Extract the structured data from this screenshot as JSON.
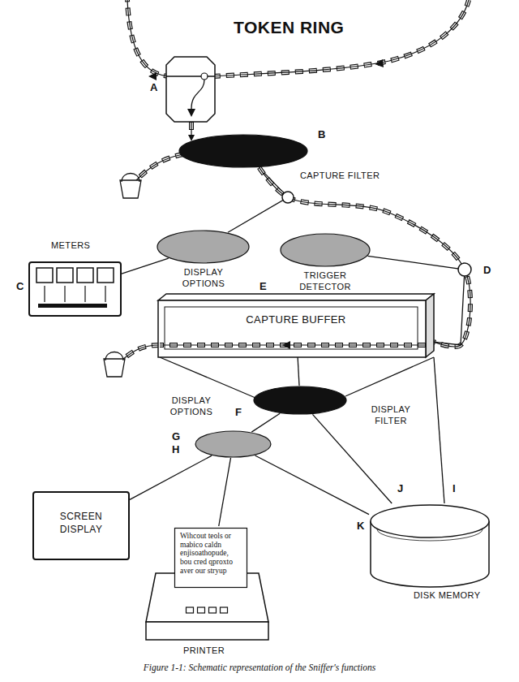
{
  "diagram": {
    "title": "TOKEN RING",
    "caption": "Figure 1-1: Schematic representation of the Sniffer's functions",
    "nodes": [
      {
        "text": [
          "CAPTURE FILTER"
        ]
      },
      {
        "text": [
          "METERS"
        ]
      },
      {
        "text": [
          "DISPLAY OPTIONS"
        ]
      },
      {
        "text": [
          "TRIGGER DETECTOR"
        ]
      },
      {
        "text": [
          "CAPTURE BUFFER"
        ]
      },
      {
        "text": [
          "DISPLAY FILTER"
        ]
      },
      {
        "text": [
          "DISPLAY OPTIONS"
        ]
      },
      {
        "text": [
          "SCREEN DISPLAY"
        ]
      },
      {
        "text": [
          "PRINTER"
        ]
      },
      {
        "text": [
          "Wihcout teols or mabico caldn enjisoathopude, bou cred qproxto aver our stryup"
        ],
        "in": 8
      },
      {
        "text": [
          "DISK MEMORY"
        ]
      }
    ],
    "edges": [
      {
        "from": 0,
        "to": 2,
        "arrow": "none"
      },
      {
        "from": 2,
        "to": 1,
        "arrow": "none"
      },
      {
        "from": 0,
        "to": 4,
        "arrow": "none"
      },
      {
        "from": 3,
        "to": 4,
        "arrow": "none"
      },
      {
        "from": 4,
        "to": 5,
        "arrow": "none"
      },
      {
        "from": 5,
        "to": 6,
        "arrow": "none"
      },
      {
        "from": 6,
        "to": 7,
        "arrow": "none"
      },
      {
        "from": 6,
        "to": 8,
        "arrow": "none"
      },
      {
        "from": 6,
        "to": 10,
        "arrow": "none"
      },
      {
        "from": 5,
        "to": 10,
        "arrow": "none"
      }
    ],
    "labels": [
      "A",
      "B",
      "C",
      "D",
      "E",
      "F",
      "G",
      "H",
      "I",
      "J",
      "K"
    ]
  }
}
